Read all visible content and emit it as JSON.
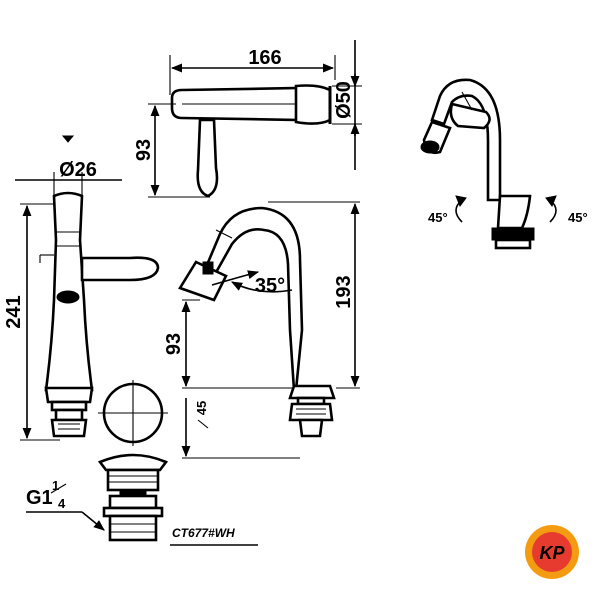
{
  "dimensions": {
    "top_length": "166",
    "rosette_diameter": "Ø50",
    "top_height": "93",
    "spout_diameter": "Ø26",
    "total_height": "241",
    "side_height": "193",
    "side_lower_height": "93",
    "rotation_angle": "35°",
    "base_offset": "45",
    "swivel_left": "45°",
    "swivel_right": "45°",
    "thread": "G1",
    "thread_fraction_num": "1",
    "thread_fraction_den": "4"
  },
  "model_code": "CT677#WH",
  "logo": {
    "text": "KP",
    "colors": {
      "ring": "#f39c12",
      "center": "#e63b2e",
      "inner": "#2c3e91"
    }
  }
}
